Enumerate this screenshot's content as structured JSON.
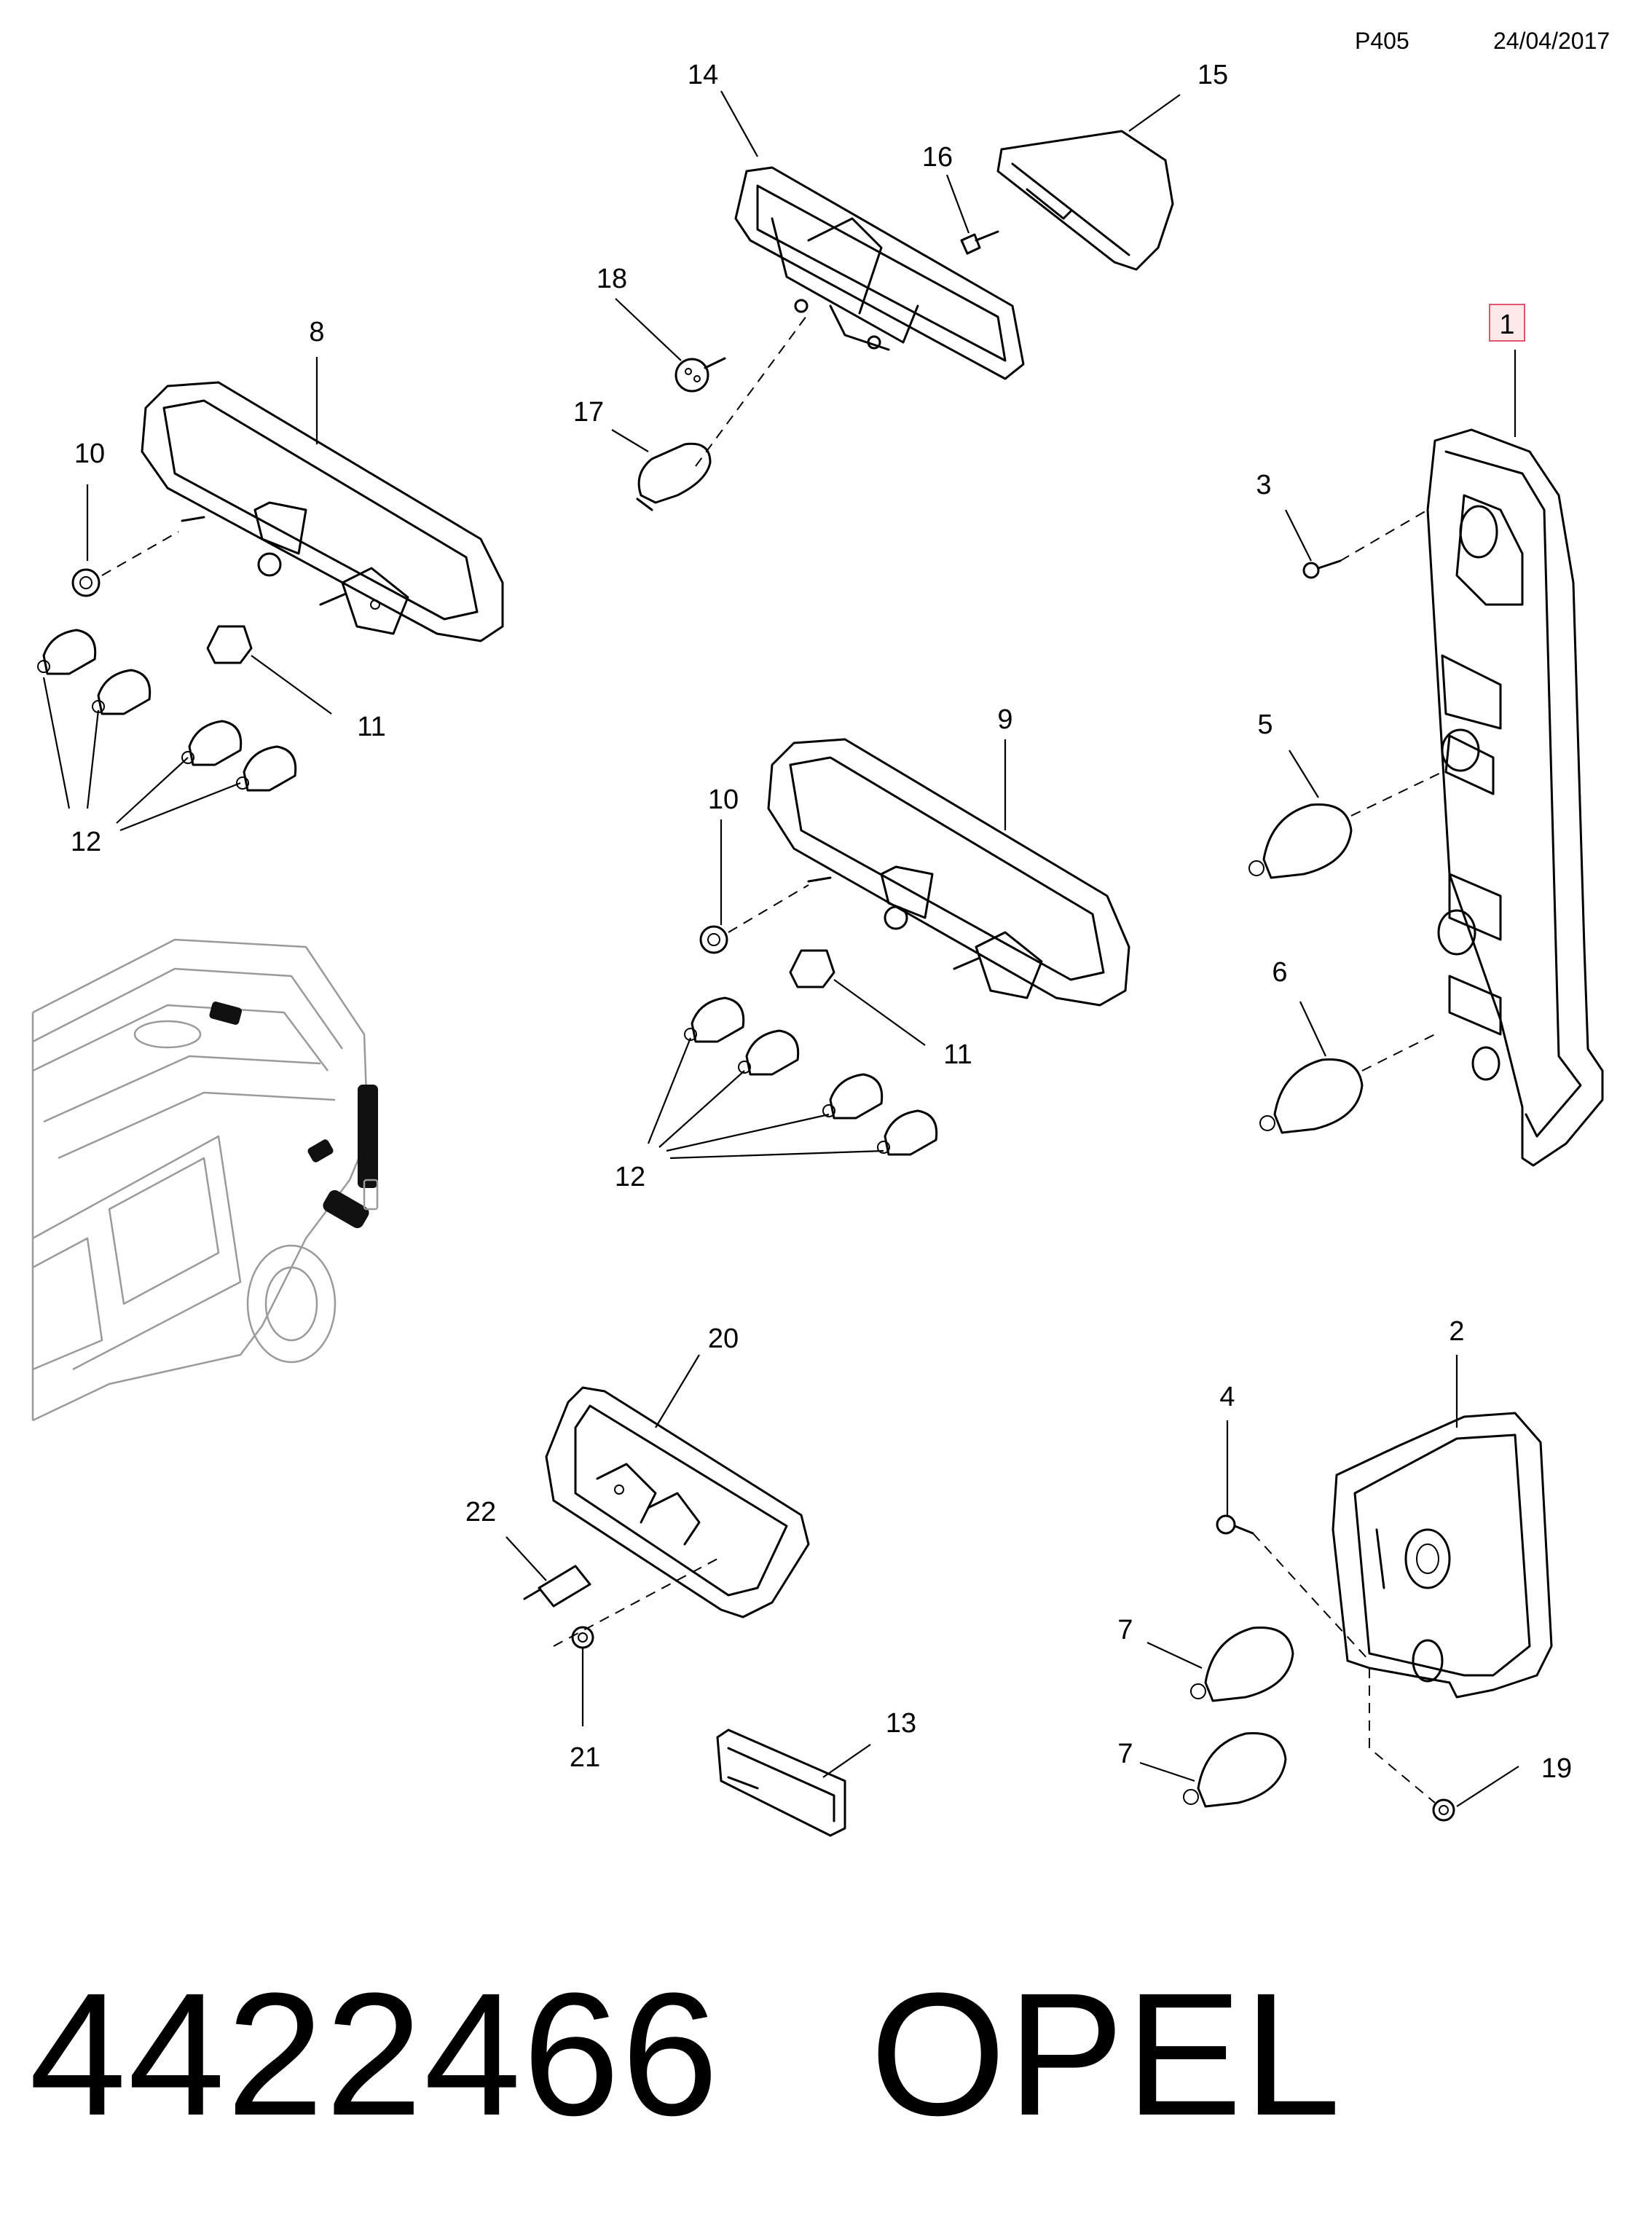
{
  "header": {
    "page_code": "P405",
    "date": "24/04/2017"
  },
  "callouts": {
    "c1": "1",
    "c2": "2",
    "c3": "3",
    "c4": "4",
    "c5": "5",
    "c6": "6",
    "c7a": "7",
    "c7b": "7",
    "c8": "8",
    "c9": "9",
    "c10a": "10",
    "c10b": "10",
    "c11a": "11",
    "c11b": "11",
    "c12a": "12",
    "c12b": "12",
    "c13": "13",
    "c14": "14",
    "c15": "15",
    "c16": "16",
    "c17": "17",
    "c18": "18",
    "c19": "19",
    "c20": "20",
    "c21": "21",
    "c22": "22"
  },
  "footer": {
    "part_number": "4422466",
    "brand": "OPEL"
  },
  "colors": {
    "highlight_fill": "#fde8ea",
    "highlight_stroke": "#e0566a",
    "van_outline": "#9a9a9a"
  }
}
